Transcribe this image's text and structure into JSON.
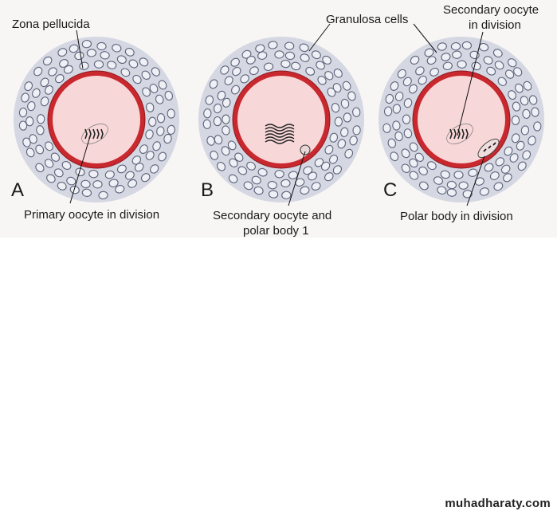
{
  "panels": [
    {
      "letter": "A",
      "stage": "primary-oocyte"
    },
    {
      "letter": "B",
      "stage": "secondary-oocyte-with-polar-body"
    },
    {
      "letter": "C",
      "stage": "secondary-oocyte-and-polar-body-dividing"
    }
  ],
  "labels": {
    "zona_pellucida": "Zona pellucida",
    "granulosa_cells": "Granulosa cells",
    "secondary_oocyte_division_line1": "Secondary oocyte",
    "secondary_oocyte_division_line2": "in division",
    "primary_oocyte_division": "Primary oocyte in division",
    "secondary_oocyte_polar_line1": "Secondary oocyte and",
    "secondary_oocyte_polar_line2": "polar body 1",
    "polar_body_division": "Polar body in division"
  },
  "watermark": "muhadharaty.com",
  "colors": {
    "zona": "#c8282e",
    "cytoplasm": "#f8d7d8",
    "granulosa_halo": "#b9bfd6",
    "granulosa_cell": "#a8afc4",
    "chromosomes": "#222222"
  }
}
